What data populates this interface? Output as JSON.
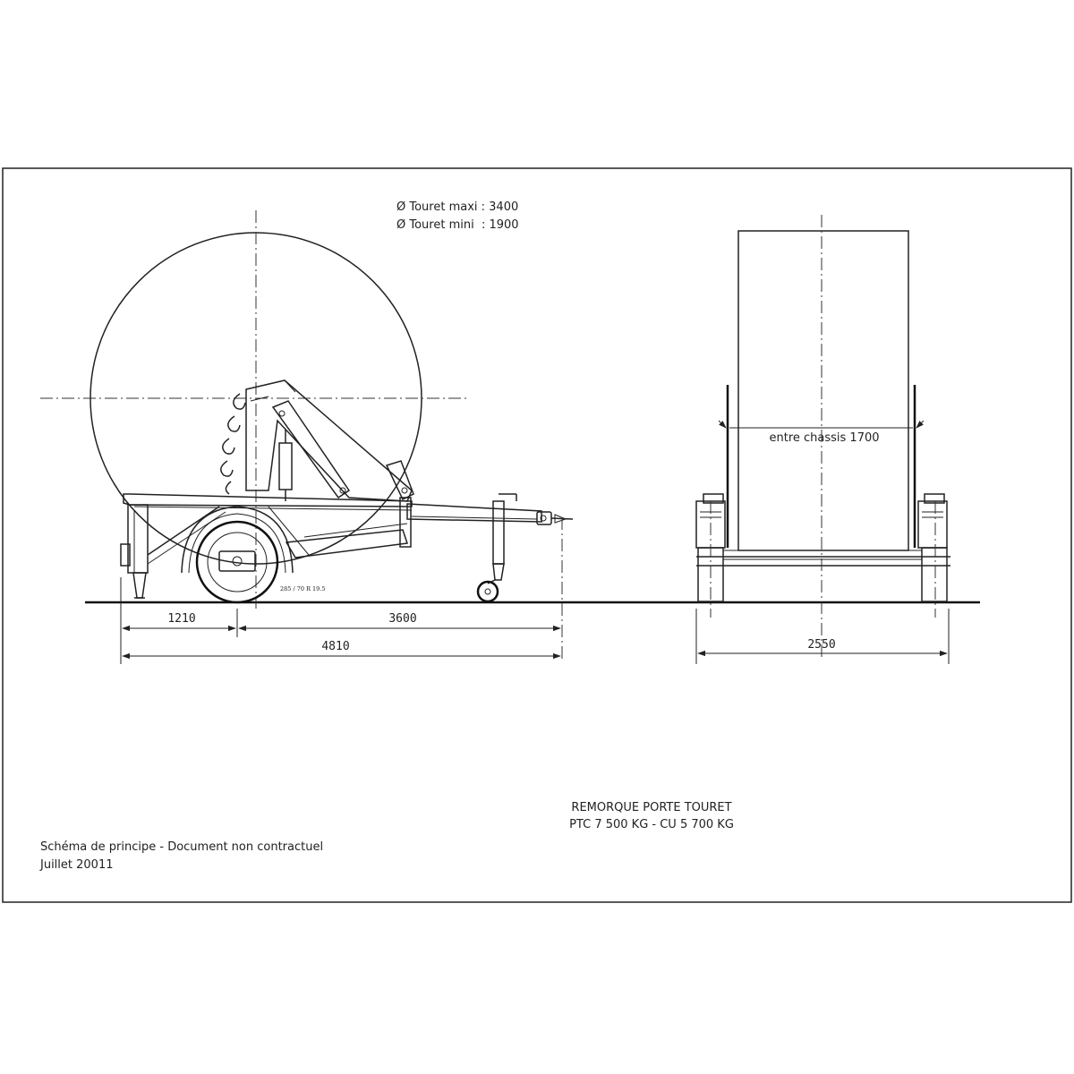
{
  "touret": {
    "maxi_label": "Ø Touret maxi : 3400",
    "mini_label": "Ø Touret mini  : 1900"
  },
  "tyre_label": "285 / 70 R 19.5",
  "chassis_label": "entre chassis 1700",
  "dimensions": {
    "rear_overhang": "1210",
    "axle_to_hitch": "3600",
    "overall_length": "4810",
    "overall_width": "2550"
  },
  "title": {
    "line1": "REMORQUE PORTE TOURET",
    "line2": "PTC 7 500 KG - CU 5 700 KG"
  },
  "footer": {
    "line1": "Schéma de principe - Document non contractuel",
    "line2": "Juillet 20011"
  }
}
